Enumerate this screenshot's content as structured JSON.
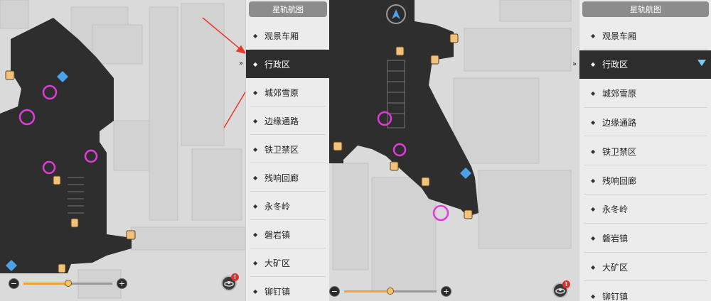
{
  "left": {
    "header_title": "星轨航图",
    "locations": [
      {
        "label": "观景车厢",
        "active": false
      },
      {
        "label": "行政区",
        "active": true
      },
      {
        "label": "城郊雪原",
        "active": false
      },
      {
        "label": "边缘通路",
        "active": false
      },
      {
        "label": "铁卫禁区",
        "active": false
      },
      {
        "label": "残响回廊",
        "active": false
      },
      {
        "label": "永冬岭",
        "active": false
      },
      {
        "label": "磐岩镇",
        "active": false
      },
      {
        "label": "大矿区",
        "active": false
      },
      {
        "label": "铆钉镇",
        "active": false
      }
    ],
    "zoom": {
      "minus": "−",
      "plus": "+",
      "level_fraction": 0.5
    },
    "badge": "!"
  },
  "right": {
    "header_title": "星轨航图",
    "locations": [
      {
        "label": "观景车厢",
        "active": false
      },
      {
        "label": "行政区",
        "active": true
      },
      {
        "label": "城郊雪原",
        "active": false
      },
      {
        "label": "边缘通路",
        "active": false
      },
      {
        "label": "铁卫禁区",
        "active": false
      },
      {
        "label": "残响回廊",
        "active": false
      },
      {
        "label": "永冬岭",
        "active": false
      },
      {
        "label": "磐岩镇",
        "active": false
      },
      {
        "label": "大矿区",
        "active": false
      },
      {
        "label": "铆钉镇",
        "active": false
      }
    ],
    "zoom": {
      "minus": "−",
      "plus": "+",
      "level_fraction": 0.5
    },
    "badge": "!"
  },
  "colors": {
    "map_dark": "#2e2e2e",
    "map_light": "#d9d9d9",
    "marker_circle": "#e03ad8",
    "annotation_arrow": "#e83b2a",
    "active_item_bg": "#2d2d2d",
    "zoom_fill": "#f0a23a",
    "teleport_icon": "#4aa3e8",
    "door_icon": "#f1c27a"
  }
}
